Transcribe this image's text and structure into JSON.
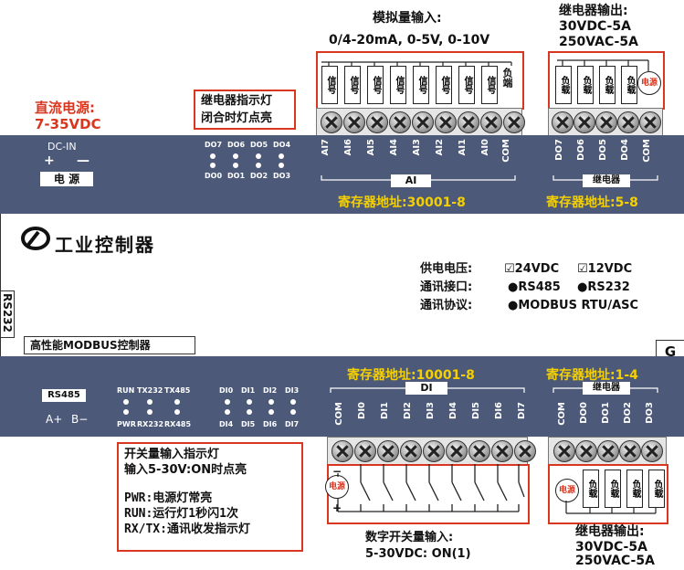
{
  "top": {
    "dc_power_title": "直流电源:",
    "dc_power_range": "7-35VDC",
    "relay_led_note_1": "继电器指示灯",
    "relay_led_note_2": "闭合时灯点亮",
    "ai_title": "模拟量输入:",
    "ai_range": "0/4-20mA, 0-5V, 0-10V",
    "relay_out_title": "继电器输出:",
    "relay_out_1": "30VDC-5A",
    "relay_out_2": "250VAC-5A",
    "signal_label": "信号",
    "neg_label": "负端",
    "load_label": "负载",
    "power_label": "电源"
  },
  "upper_panel": {
    "dcin": "DC-IN",
    "plus": "+",
    "minus": "—",
    "power_box": "电 源",
    "do_leds_top": [
      "DO7",
      "DO6",
      "DO5",
      "DO4"
    ],
    "do_leds_bottom": [
      "DO0",
      "DO1",
      "DO2",
      "DO3"
    ],
    "ai_channels": [
      "AI7",
      "AI6",
      "AI5",
      "AI4",
      "AI3",
      "AI2",
      "AI1",
      "AI0",
      "COM"
    ],
    "ai_group": "AI",
    "ai_register": "寄存器地址:30001-8",
    "do_channels": [
      "DO7",
      "DO6",
      "DO5",
      "DO4",
      "COM"
    ],
    "do_group": "继电器",
    "do_register": "寄存器地址:5-8"
  },
  "middle": {
    "brand": "工业控制器",
    "supply_label": "供电电压:",
    "supply_opt1": "24VDC",
    "supply_opt2": "12VDC",
    "comm_label": "通讯接口:",
    "comm_opt1": "RS485",
    "comm_opt2": "RS232",
    "proto_label": "通讯协议:",
    "proto_opt1": "MODBUS RTU/ASC",
    "rs232": "RS232",
    "product": "高性能MODBUS控制器",
    "g": "G"
  },
  "lower_panel": {
    "rs485": "RS485",
    "a_plus": "A+",
    "b_minus": "B−",
    "status_top": [
      "RUN",
      "TX232",
      "TX485"
    ],
    "status_bottom": [
      "PWR",
      "RX232",
      "RX485"
    ],
    "di_leds_top": [
      "DI0",
      "DI1",
      "DI2",
      "DI3"
    ],
    "di_leds_bottom": [
      "DI4",
      "DI5",
      "DI6",
      "DI7"
    ],
    "di_register": "寄存器地址:10001-8",
    "di_group": "DI",
    "di_channels": [
      "COM",
      "DI0",
      "DI1",
      "DI2",
      "DI3",
      "DI4",
      "DI5",
      "DI6",
      "DI7"
    ],
    "do_register": "寄存器地址:1-4",
    "do_group": "继电器",
    "do_channels": [
      "COM",
      "DO0",
      "DO1",
      "DO2",
      "DO3"
    ]
  },
  "bottom": {
    "note_title": "开关量输入指示灯",
    "note_line": "输入5-30V:ON时点亮",
    "pwr_note": "PWR:电源灯常亮",
    "run_note": "RUN:运行灯1秒闪1次",
    "rxtx_note": "RX/TX:通讯收发指示灯",
    "di_title": "数字开关量输入:",
    "di_range": "5-30VDC: ON(1)",
    "relay_out_title": "继电器输出:",
    "relay_out_1": "30VDC-5A",
    "relay_out_2": "250VAC-5A",
    "power_label": "电源",
    "load_label": "负载",
    "minus": "−",
    "plus": "+"
  }
}
